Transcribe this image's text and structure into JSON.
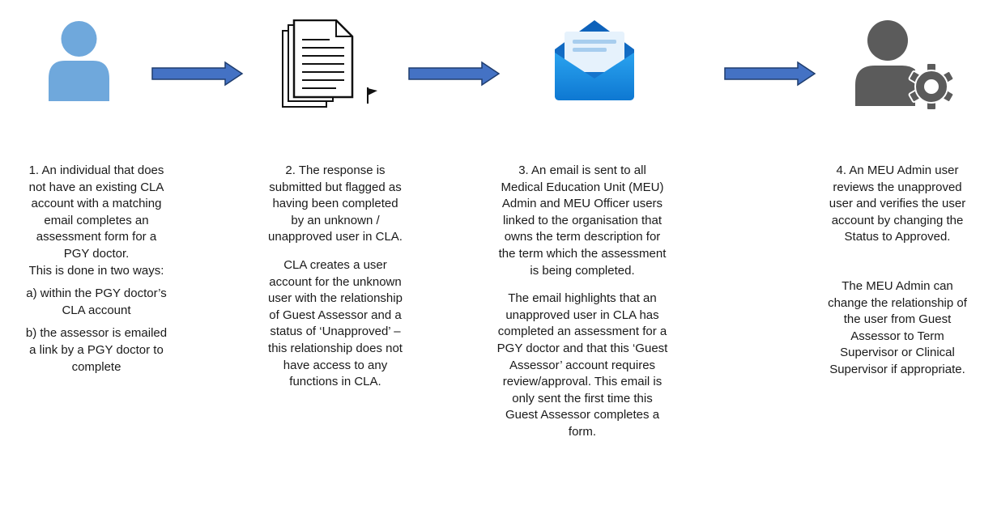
{
  "steps": [
    {
      "icon": "person-icon",
      "paragraphs": [
        "1. An individual that does not have an existing CLA account with a matching email completes an assessment form for a PGY doctor.",
        "This is done in two ways:",
        "a) within the PGY doctor’s CLA account",
        "b) the assessor is emailed a link by a PGY doctor to complete"
      ]
    },
    {
      "icon": "flagged-document-icon",
      "paragraphs": [
        "2. The response is submitted but flagged as having been completed by an unknown / unapproved user in CLA.",
        "CLA creates a user account for the unknown user with the relationship of Guest Assessor and a status of ‘Unapproved’ – this relationship does not have access to any functions in CLA."
      ]
    },
    {
      "icon": "envelope-icon",
      "paragraphs": [
        "3. An email is sent to all Medical Education Unit (MEU) Admin and MEU Officer users linked to the organisation that owns the term description for the term which the assessment is being completed.",
        "The email highlights that an unapproved user in CLA has completed an assessment for a PGY doctor and that this ‘Guest Assessor’ account requires review/approval. This email is only sent the first time this Guest Assessor completes a form."
      ]
    },
    {
      "icon": "user-settings-icon",
      "paragraphs": [
        "4. An MEU Admin user reviews the unapproved user and verifies the user account by changing the Status to Approved.",
        "The MEU Admin can change the relationship of the user from Guest Assessor to Term Supervisor or Clinical Supervisor if appropriate."
      ]
    }
  ],
  "colors": {
    "person": "#6fa8dc",
    "arrow_fill": "#4472c4",
    "arrow_stroke": "#1f3d6e",
    "envelope": "#1a8cd8",
    "admin": "#5b5b5b"
  }
}
